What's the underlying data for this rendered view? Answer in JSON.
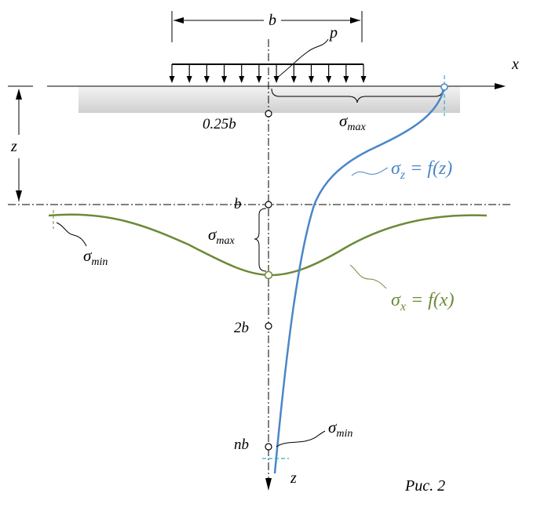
{
  "labels": {
    "b_top": "b",
    "p": "p",
    "x_axis": "x",
    "z_axis": "z",
    "z_depth": "z",
    "depth_025b": "0.25b",
    "depth_b": "b",
    "depth_2b": "2b",
    "depth_nb": "nb",
    "sigma": "σ",
    "sub_max": "max",
    "sub_min": "min",
    "sub_z": "z",
    "sub_x": "x",
    "eq_fz": " = f(z)",
    "eq_fx": " = f(x)",
    "figure_caption": "Рис. 2"
  },
  "colors": {
    "blue_curve": "#4a86c8",
    "green_curve": "#6b8a38",
    "cyan_tick": "#2ab0c8",
    "line": "#000000",
    "ground_shade": "#d9d9d9"
  }
}
